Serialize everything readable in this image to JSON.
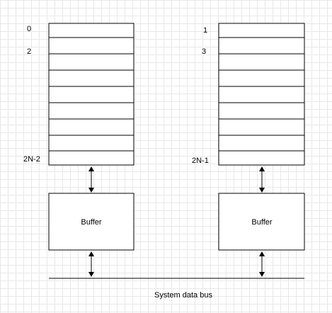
{
  "left_bank": {
    "labels": [
      "0",
      "2",
      "2N-2"
    ],
    "buffer_label": "Buffer"
  },
  "right_bank": {
    "labels": [
      "1",
      "3",
      "2N-1"
    ],
    "buffer_label": "Buffer"
  },
  "bus": {
    "label": "System data bus"
  },
  "colors": {
    "stroke": "#000000",
    "fill": "#ffffff",
    "grid": "#e8e8e8"
  }
}
